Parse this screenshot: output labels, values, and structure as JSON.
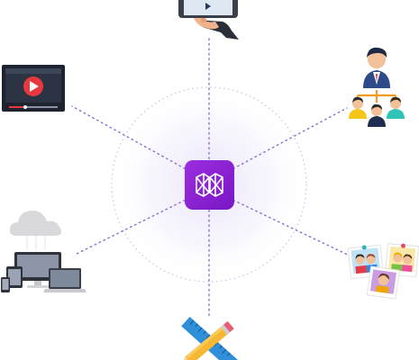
{
  "diagram": {
    "hub": {
      "icon": "hexagon-logo-icon",
      "color": "#8a1fd0"
    },
    "accent_color": "#8b6bd6",
    "nodes": [
      {
        "id": "mobile-video",
        "icon": "smartphone-video-icon"
      },
      {
        "id": "video-player",
        "icon": "video-player-icon"
      },
      {
        "id": "org-team",
        "icon": "team-hierarchy-icon"
      },
      {
        "id": "cloud-devices",
        "icon": "cloud-devices-icon"
      },
      {
        "id": "photo-collage",
        "icon": "photo-collage-icon"
      },
      {
        "id": "design-tools",
        "icon": "ruler-pencil-icon"
      }
    ]
  }
}
